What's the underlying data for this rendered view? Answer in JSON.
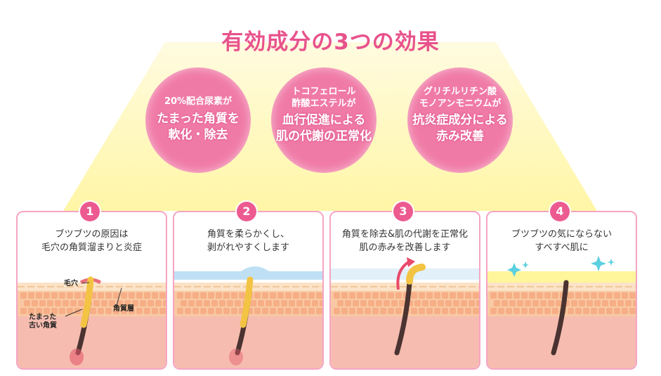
{
  "title": "有効成分の3つの効果",
  "bubbles": [
    {
      "sub": "20%配合尿素が",
      "main": [
        "たまった角質を",
        "軟化・除去"
      ]
    },
    {
      "sub": [
        "トコフェロール",
        "酢酸エステルが"
      ],
      "main": [
        "血行促進による",
        "肌の代謝の正常化"
      ]
    },
    {
      "sub": [
        "グリチルリチン酸",
        "モノアンモニウムが"
      ],
      "main": [
        "抗炎症成分による",
        "赤み改善"
      ]
    }
  ],
  "steps": [
    {
      "num": "1",
      "text": [
        "ブツブツの原因は",
        "毛穴の角質溜まりと炎症"
      ]
    },
    {
      "num": "2",
      "text": [
        "角質を柔らかくし、",
        "剥がれやすくします"
      ]
    },
    {
      "num": "3",
      "text": [
        "角質を除去&肌の代謝を正常化",
        "肌の赤みを改善します"
      ]
    },
    {
      "num": "4",
      "text": [
        "ブツブツの気にならない",
        "すべすべ肌に"
      ]
    }
  ],
  "labels": {
    "pore": "毛穴",
    "horn_layer": "角質層",
    "old_keratin": [
      "たまった",
      "古い角質"
    ]
  },
  "colors": {
    "accent": "#e8538c",
    "bubble": "#f07aa6",
    "panel_border": "#f5a5c4",
    "skin": "#f5b8a8",
    "highlight": "#fff7a8"
  }
}
